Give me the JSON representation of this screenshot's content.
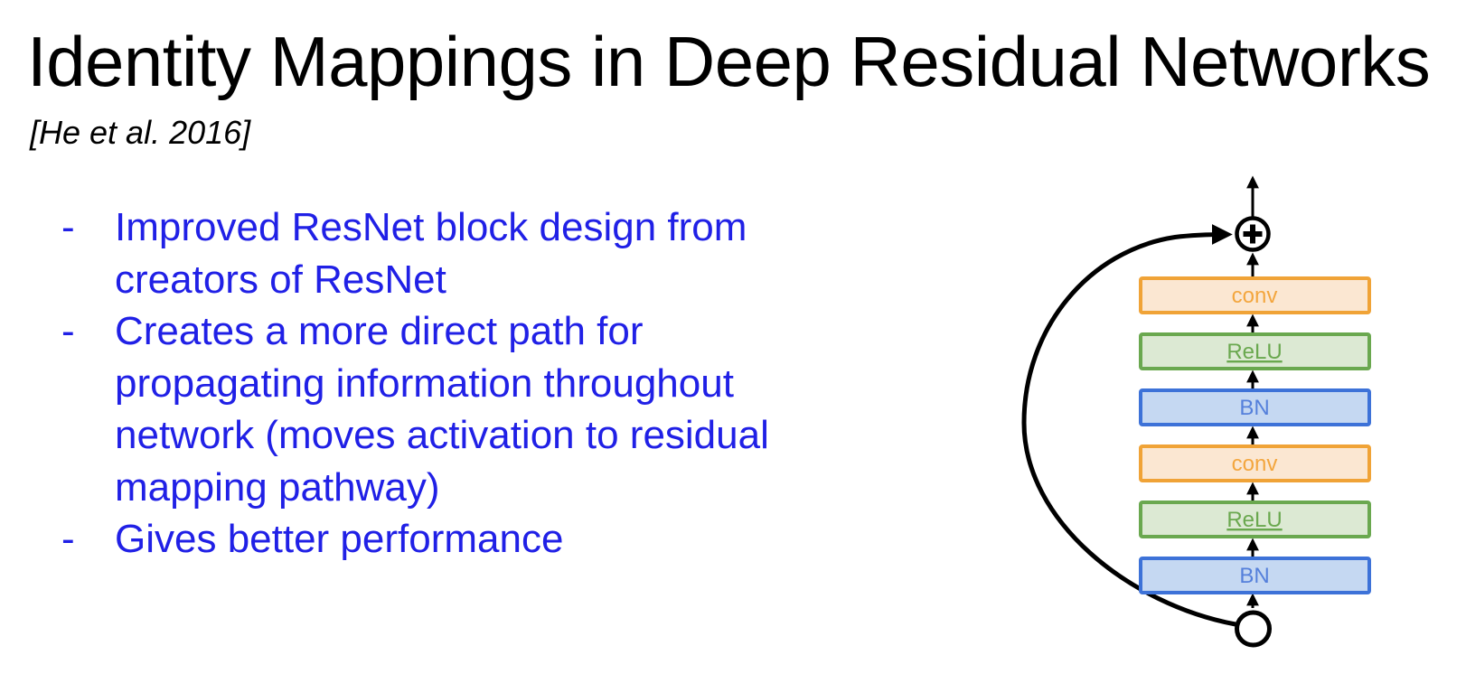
{
  "slide": {
    "title": "Identity Mappings in Deep Residual Networks",
    "citation": "[He et al. 2016]",
    "title_color": "#000000",
    "bullet_text_color": "#2020E6",
    "background_color": "#FFFFFF"
  },
  "bullets": {
    "marker": "-",
    "items": [
      {
        "lines": [
          "Improved ResNet block design from",
          "creators of ResNet"
        ]
      },
      {
        "lines": [
          "Creates a more direct path for",
          "propagating information throughout",
          "network (moves activation to residual",
          "mapping pathway)"
        ]
      },
      {
        "lines": [
          "Gives better performance"
        ]
      }
    ]
  },
  "diagram": {
    "blocks": [
      {
        "label": "conv"
      },
      {
        "label": "ReLU"
      },
      {
        "label": "BN"
      },
      {
        "label": "conv"
      },
      {
        "label": "ReLU"
      },
      {
        "label": "BN"
      }
    ],
    "colors": {
      "conv_border": "#F0A337",
      "conv_fill": "#FBE7D2",
      "conv_text": "#F3A63E",
      "relu_border": "#6AA84F",
      "relu_fill": "#DCE9D3",
      "relu_text": "#6AA84F",
      "bn_border": "#3D72D8",
      "bn_fill": "#C5D8F2",
      "bn_text": "#5580DB",
      "line": "#000000"
    }
  }
}
